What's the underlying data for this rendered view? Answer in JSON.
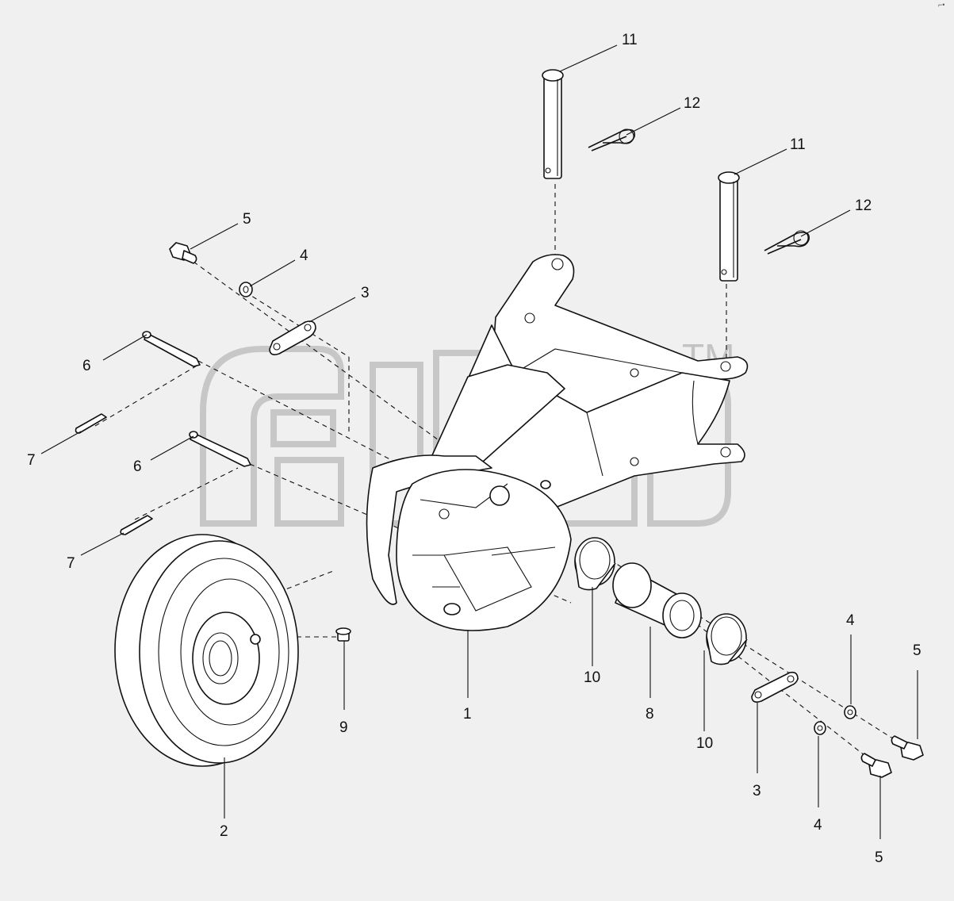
{
  "corner_mark": "⌐•",
  "watermark": {
    "trademark": "TM"
  },
  "callouts": [
    {
      "id": "c11a",
      "label": "11"
    },
    {
      "id": "c12a",
      "label": "12"
    },
    {
      "id": "c11b",
      "label": "11"
    },
    {
      "id": "c12b",
      "label": "12"
    },
    {
      "id": "c5a",
      "label": "5"
    },
    {
      "id": "c4a",
      "label": "4"
    },
    {
      "id": "c3a",
      "label": "3"
    },
    {
      "id": "c6a",
      "label": "6"
    },
    {
      "id": "c7a",
      "label": "7"
    },
    {
      "id": "c6b",
      "label": "6"
    },
    {
      "id": "c7b",
      "label": "7"
    },
    {
      "id": "c10a",
      "label": "10"
    },
    {
      "id": "c1",
      "label": "1"
    },
    {
      "id": "c8",
      "label": "8"
    },
    {
      "id": "c10b",
      "label": "10"
    },
    {
      "id": "c9",
      "label": "9"
    },
    {
      "id": "c2",
      "label": "2"
    },
    {
      "id": "c4b",
      "label": "4"
    },
    {
      "id": "c5b",
      "label": "5"
    },
    {
      "id": "c3b",
      "label": "3"
    },
    {
      "id": "c4c",
      "label": "4"
    },
    {
      "id": "c5c",
      "label": "5"
    }
  ]
}
